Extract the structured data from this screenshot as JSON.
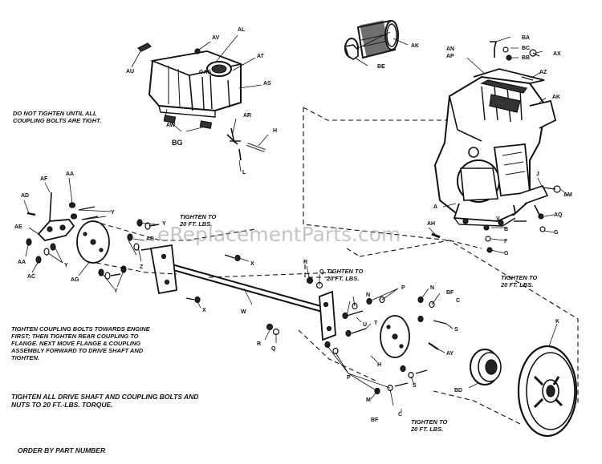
{
  "watermark": "eReplacementParts.com",
  "notes": {
    "do_not_tighten": "DO NOT TIGHTEN UNTIL ALL\nCOUPLING BOLTS ARE TIGHT.",
    "tighten_a": "TIGHTEN TO\n20 FT. LBS.",
    "tighten_b": "TIGHTEN TO\n20 FT. LBS.",
    "tighten_c": "TIGHTEN TO\n20 FT. LBS.",
    "tighten_d": "TIGHTEN TO\n20 FT. LBS.",
    "coupling_instructions": "TIGHTEN COUPLING BOLTS TOWARDS ENGINE\nFIRST; THEN TIGHTEN REAR COUPLING TO\nFLANGE. NEXT MOVE FLANGE & COUPLING\nASSEMBLY FORWARD TO DRIVE SHAFT AND\nTIGHTEN.",
    "torque_instructions": "TIGHTEN ALL DRIVE SHAFT AND COUPLING BOLTS AND\nNUTS TO 20 FT.-LBS. TORQUE.",
    "order_by": "ORDER BY PART NUMBER"
  },
  "labels": {
    "AU": "AU",
    "AV": "AV",
    "AL": "AL",
    "AT": "AT",
    "AS": "AS",
    "AW": "AW",
    "BG": "BG",
    "AR": "AR",
    "H": "H",
    "L": "L",
    "AK_top": "AK",
    "BE": "BE",
    "AN": "AN",
    "AP": "AP",
    "BA": "BA",
    "BC": "BC",
    "BB": "BB",
    "AX": "AX",
    "AZ": "AZ",
    "AK_right": "AK",
    "J": "J",
    "AM": "AM",
    "AQ": "AQ",
    "G_right": "G",
    "A": "A",
    "AH": "AH",
    "B": "B",
    "V": "V",
    "F": "F",
    "G_bottom": "G",
    "AF": "AF",
    "AA_top": "AA",
    "AD": "AD",
    "AE": "AE",
    "Y_1": "Y",
    "Y_2": "Y",
    "Y_3": "Y",
    "Y_4": "Y",
    "AB": "AB",
    "Z": "Z",
    "X_1": "X",
    "X_2": "X",
    "AA_left": "AA",
    "AC": "AC",
    "AG": "AG",
    "W": "W",
    "R_1": "R",
    "Q_1": "Q",
    "R_2": "R",
    "Q_2": "Q",
    "P_top": "P",
    "N_top": "N",
    "U": "U",
    "T": "T",
    "H_mid": "H",
    "N_mid": "N",
    "BF_top": "BF",
    "C_top": "C",
    "S_top": "S",
    "AY": "AY",
    "P_bottom": "P",
    "M": "M",
    "BF_bottom": "BF",
    "C_bottom": "C",
    "S_bottom": "S",
    "BD": "BD",
    "K": "K"
  }
}
